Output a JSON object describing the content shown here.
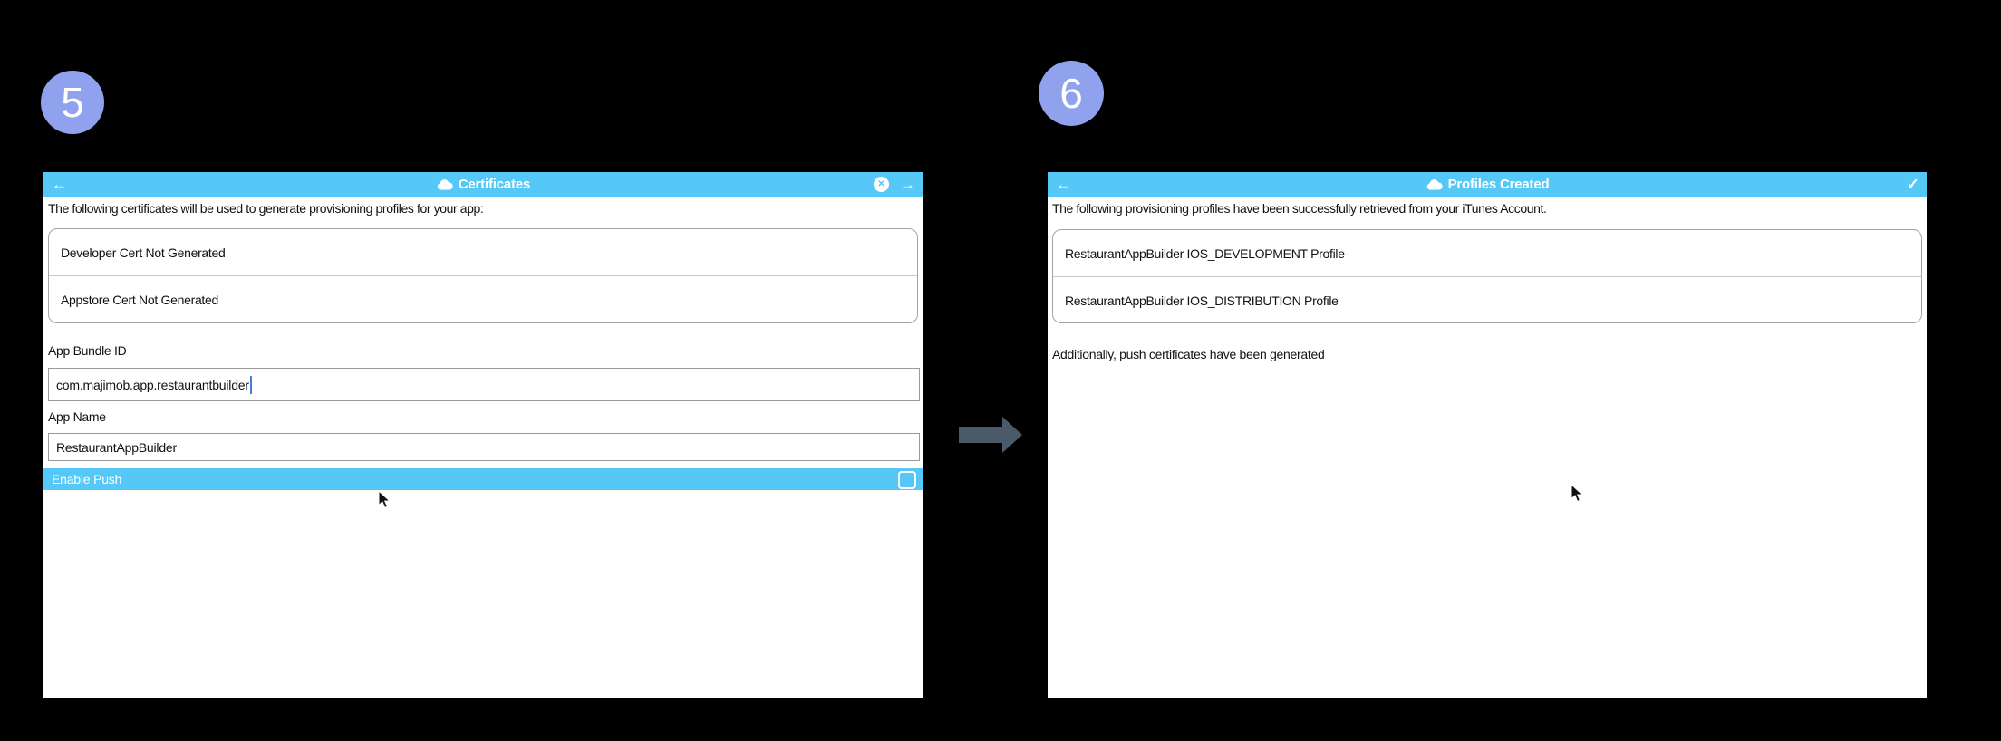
{
  "steps": [
    {
      "label": "5"
    },
    {
      "label": "6"
    }
  ],
  "icons": {
    "back": "←",
    "next": "→",
    "close": "✕",
    "confirm": "✓"
  },
  "colors": {
    "header_blue": "#55c8f7",
    "badge_lavender": "#90a2ee",
    "arrow_slate": "#4a5a68",
    "caret_blue": "#3f7de0"
  },
  "certificates_panel": {
    "title": "Certificates",
    "intro": "The following certificates will be used to generate provisioning profiles for your app:",
    "cert_rows": [
      "Developer Cert Not Generated",
      "Appstore Cert Not Generated"
    ],
    "fields": [
      {
        "label": "App Bundle ID",
        "value": "com.majimob.app.restaurantbuilder"
      },
      {
        "label": "App Name",
        "value": "RestaurantAppBuilder"
      }
    ],
    "toggle": {
      "label": "Enable Push",
      "checked": false
    }
  },
  "profiles_panel": {
    "title": "Profiles Created",
    "intro": "The following provisioning profiles have been successfully retrieved from your iTunes Account.",
    "profile_rows": [
      "RestaurantAppBuilder IOS_DEVELOPMENT Profile",
      "RestaurantAppBuilder IOS_DISTRIBUTION Profile"
    ],
    "footer": "Additionally, push certificates have been generated"
  }
}
